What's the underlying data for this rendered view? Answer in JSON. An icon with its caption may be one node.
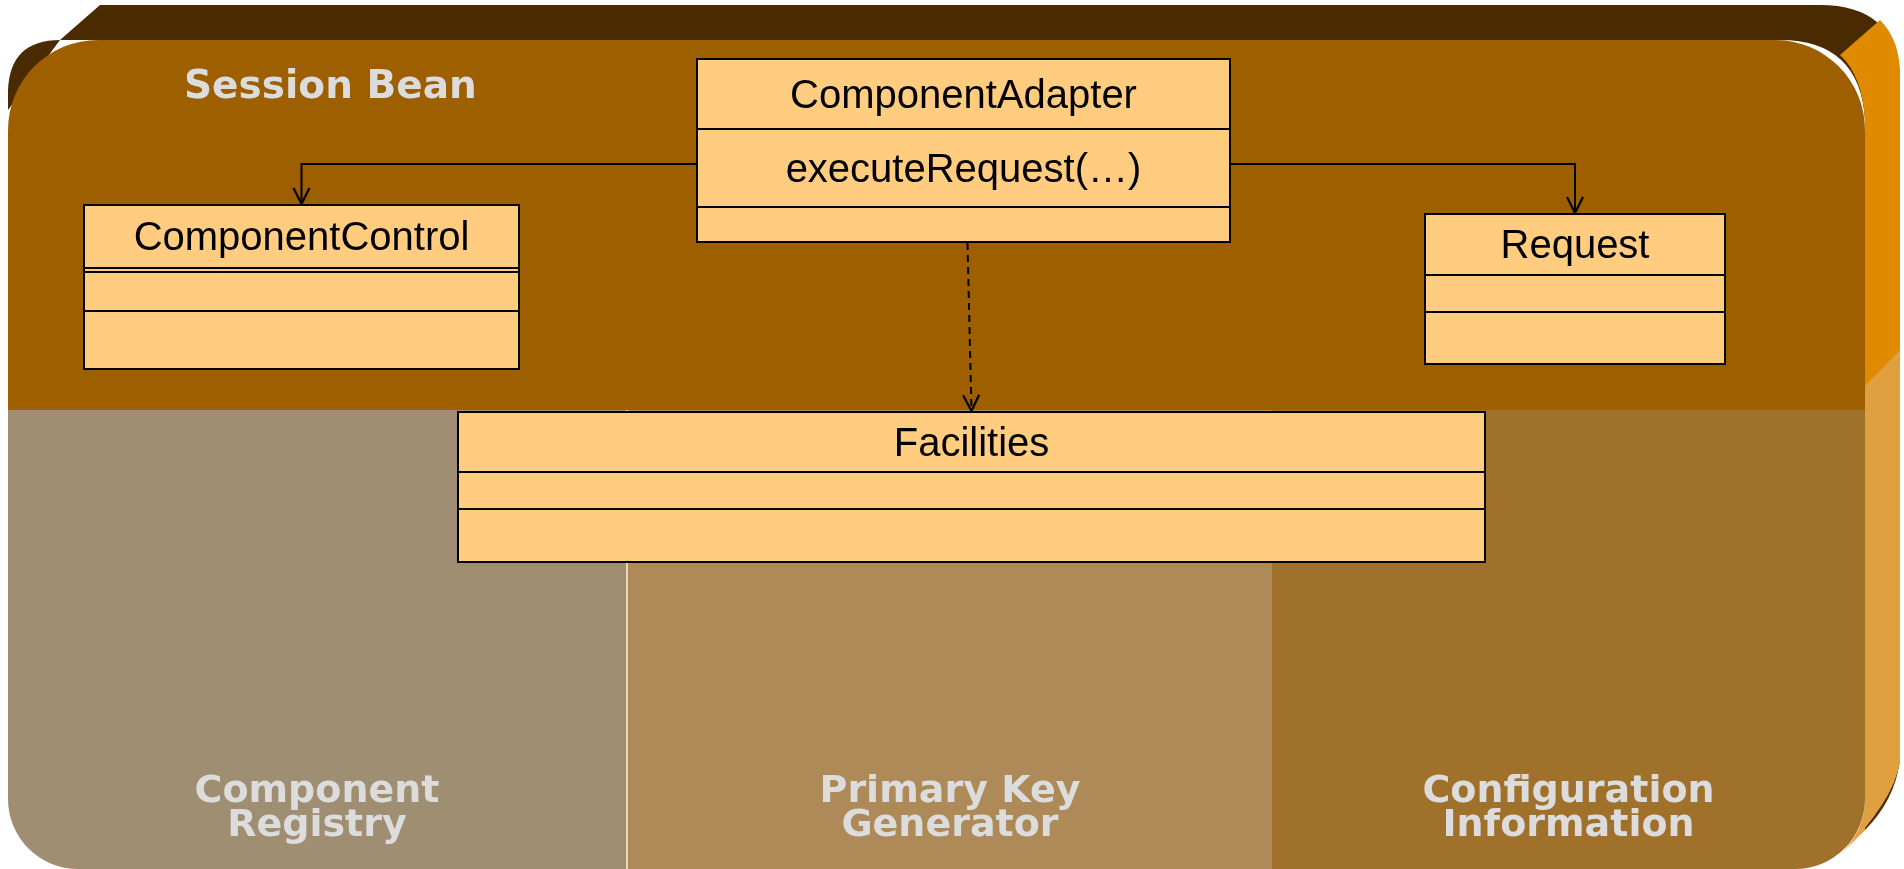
{
  "diagram": {
    "nodes": [
      {
        "text": [
          "Session Bean"
        ]
      },
      {
        "text": [
          "ComponentAdapter",
          "executeRequest(…)"
        ],
        "in": 0
      },
      {
        "text": [
          "ComponentControl"
        ],
        "in": 0
      },
      {
        "text": [
          "Request"
        ],
        "in": 0
      },
      {
        "text": [
          "Facilities"
        ]
      },
      {
        "text": [
          "Component Registry"
        ]
      },
      {
        "text": [
          "Primary Key Generator"
        ]
      },
      {
        "text": [
          "Configuration Information"
        ]
      }
    ],
    "edges": [
      {
        "from": 1,
        "to": 2,
        "arrow": "to"
      },
      {
        "from": 1,
        "to": 3,
        "arrow": "to"
      },
      {
        "from": 1,
        "to": 4,
        "arrow": "to",
        "style": "dashed"
      }
    ]
  }
}
